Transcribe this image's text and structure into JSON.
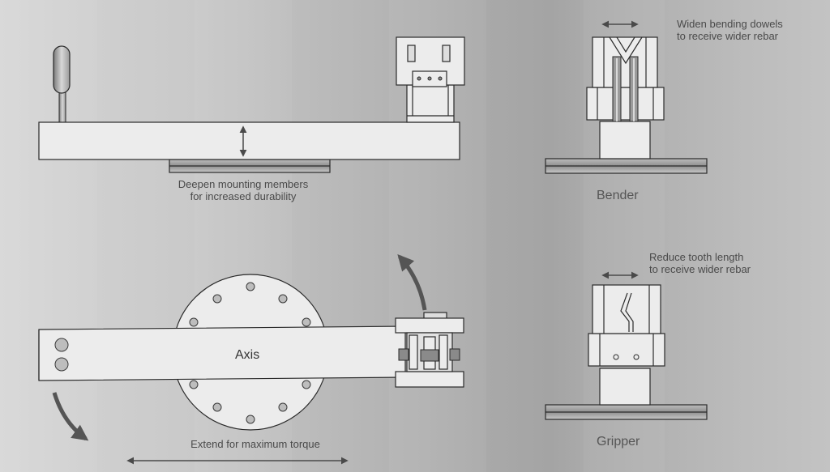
{
  "diagram": {
    "palette": {
      "part_fill": "#ececec",
      "outline": "#2a2a2a",
      "annotation": "#4a4a4a",
      "background_light": "#d7d7d7",
      "background_dark": "#a4a4a4"
    },
    "icons": {
      "arrow_double": "double-headed-arrow",
      "arrow_curved": "curved-rotation-arrow"
    },
    "top_view": {
      "annotation_line1": "Deepen mounting members",
      "annotation_line2": "for increased durability"
    },
    "plan_view": {
      "axis_label": "Axis",
      "annotation": "Extend for maximum torque"
    },
    "bender": {
      "label": "Bender",
      "annotation_line1": "Widen bending dowels",
      "annotation_line2": "to receive wider rebar"
    },
    "gripper": {
      "label": "Gripper",
      "annotation_line1": "Reduce tooth length",
      "annotation_line2": "to receive wider rebar"
    }
  }
}
